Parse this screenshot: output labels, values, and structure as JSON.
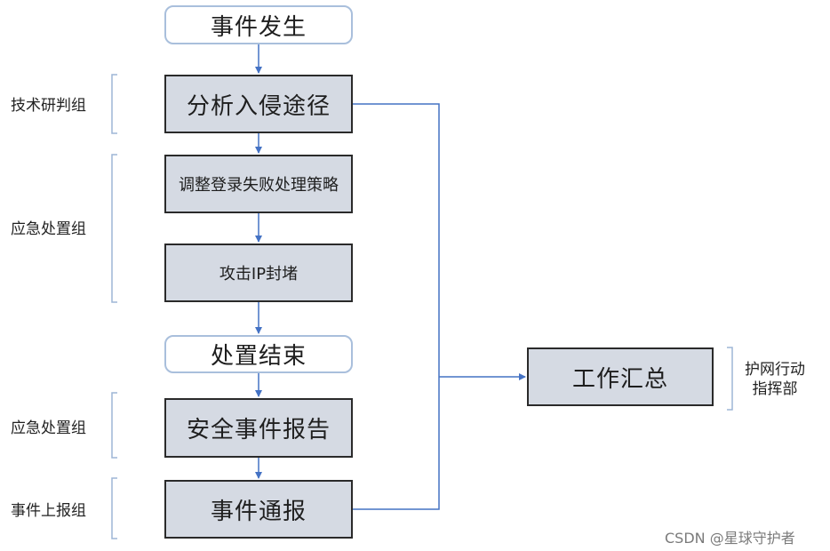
{
  "nodes": {
    "start": "事件发生",
    "analyze": "分析入侵途径",
    "adjust": "调整登录失败处理策略",
    "block": "攻击IP封堵",
    "end": "处置结束",
    "report": "安全事件报告",
    "notify": "事件通报",
    "summary": "工作汇总"
  },
  "groups": {
    "tech": "技术研判组",
    "emergency_1": "应急处置组",
    "emergency_2": "应急处置组",
    "reporting": "事件上报组",
    "command_line1": "护网行动",
    "command_line2": "指挥部"
  },
  "watermark": "CSDN @星球守护者",
  "colors": {
    "connector": "#4472c4",
    "bracket": "#9db5d6",
    "process_fill": "#d5dae3",
    "terminal_border": "#a9bfdc"
  }
}
